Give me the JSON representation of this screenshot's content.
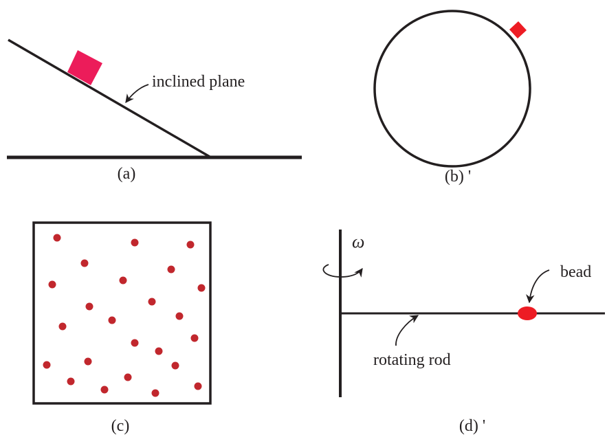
{
  "panels": {
    "a": {
      "caption": "(a)",
      "annotation": "inclined plane"
    },
    "b": {
      "caption": "(b) '"
    },
    "c": {
      "caption": "(c)"
    },
    "d": {
      "caption": "(d) '",
      "omega_symbol": "ω",
      "bead_label": "bead",
      "rod_label": "rotating rod"
    }
  },
  "colors": {
    "ink": "#231f20",
    "block": "#ec1c5a",
    "small_block": "#ed1c24",
    "particle": "#c1272d",
    "bead": "#ed1c24"
  }
}
